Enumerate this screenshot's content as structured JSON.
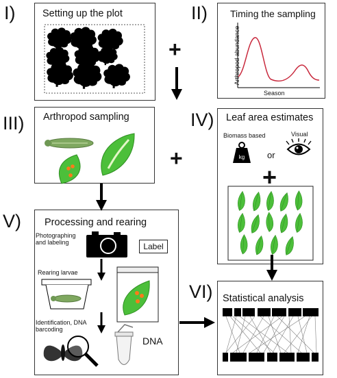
{
  "panels": {
    "p1": {
      "numeral": "I)",
      "title": "Setting up the plot"
    },
    "p2": {
      "numeral": "II)",
      "title": "Timing the sampling",
      "ylabel": "Arthropod abundance",
      "xlabel": "Season"
    },
    "p3": {
      "numeral": "III)",
      "title": "Arthropod sampling"
    },
    "p4": {
      "numeral": "IV)",
      "title": "Leaf area estimates",
      "biomass_label": "Biomass based",
      "visual_label": "Visual",
      "or_label": "or",
      "weight_label": "kg"
    },
    "p5": {
      "numeral": "V)",
      "title": "Processing and rearing",
      "photo_label": "Photographing and labeling",
      "label_box": "Label",
      "rearing_label": "Rearing larvae",
      "id_label": "Identification, DNA barcoding",
      "dna_label": "DNA"
    },
    "p6": {
      "numeral": "VI)",
      "title": "Statistical analysis"
    }
  },
  "connectors": {
    "plus": "+"
  },
  "colors": {
    "leaf": "#4cbf3a",
    "leaf_dark": "#2f8f22",
    "curve": "#c8283c",
    "egg": "#ff7a1a",
    "larva": "#7fa860"
  }
}
